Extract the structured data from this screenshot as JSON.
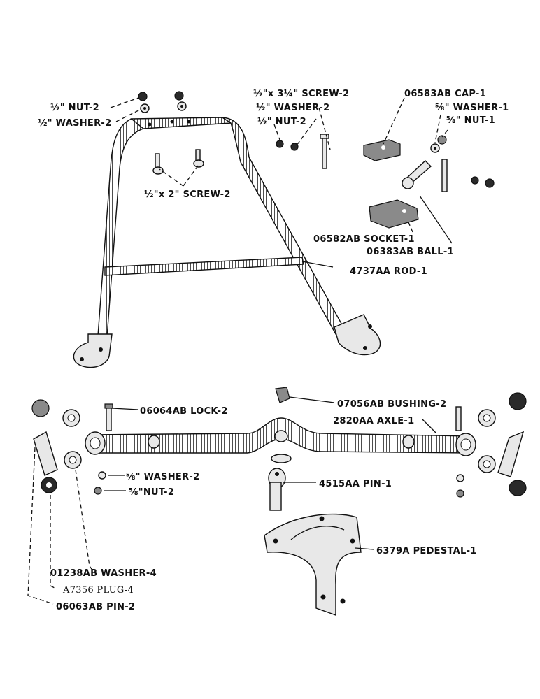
{
  "labels": {
    "nut_half": "½\" NUT-2",
    "washer_half": "½\" WASHER-2",
    "screw_half_x2": "½\"x 2\" SCREW-2",
    "screw_half_x3q": "½\"x 3¼\" SCREW-2",
    "washer_half_b": "½\" WASHER-2",
    "nut_half_b": "½\" NUT-2",
    "cap": "06583AB CAP-1",
    "washer_5_8": "⅝\" WASHER-1",
    "nut_5_8": "⅝\" NUT-1",
    "socket": "06582AB SOCKET-1",
    "ball": "06383AB BALL-1",
    "rod": "4737AA ROD-1",
    "lock": "06064AB LOCK-2",
    "bushing": "07056AB BUSHING-2",
    "axle": "2820AA AXLE-1",
    "washer_5_8_b": "⅝\" WASHER-2",
    "nut_5_8_b": "⅝\"NUT-2",
    "pin_4515": "4515AA PIN-1",
    "pedestal": "6379A PEDESTAL-1",
    "washer_01238": "01238AB WASHER-4",
    "plug": "A7356 PLUG-4",
    "pin_06063": "06063AB PIN-2"
  }
}
